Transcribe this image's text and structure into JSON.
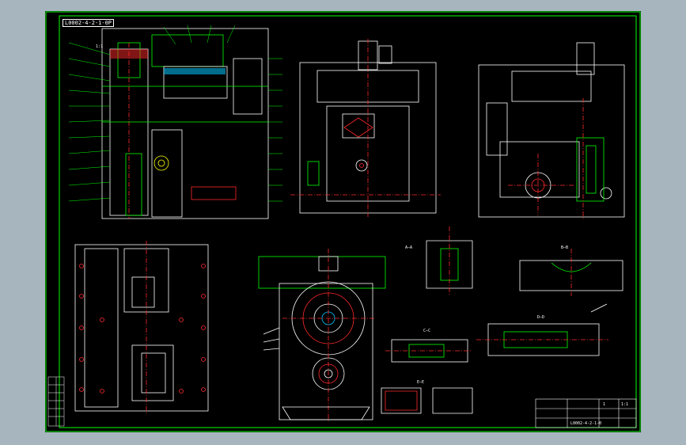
{
  "drawing": {
    "tag": "L0002-4-2-1-0P",
    "section_labels": [
      "A—A",
      "B—B",
      "C—C",
      "D—D",
      "E—E"
    ],
    "scale_note": "1:1",
    "title_block": {
      "drawing_no": "L0002-4-2-1-0",
      "sheet": "1",
      "scale": "1:1"
    }
  },
  "colors": {
    "frame_bg": "#a7b5bf",
    "sheet_bg": "#000000",
    "border": "#00ff00",
    "outline": "#ffffff",
    "centerline": "#ff2a2a",
    "leader": "#00ff00",
    "accent": "#00c8ff",
    "hatch": "#ffff00"
  }
}
